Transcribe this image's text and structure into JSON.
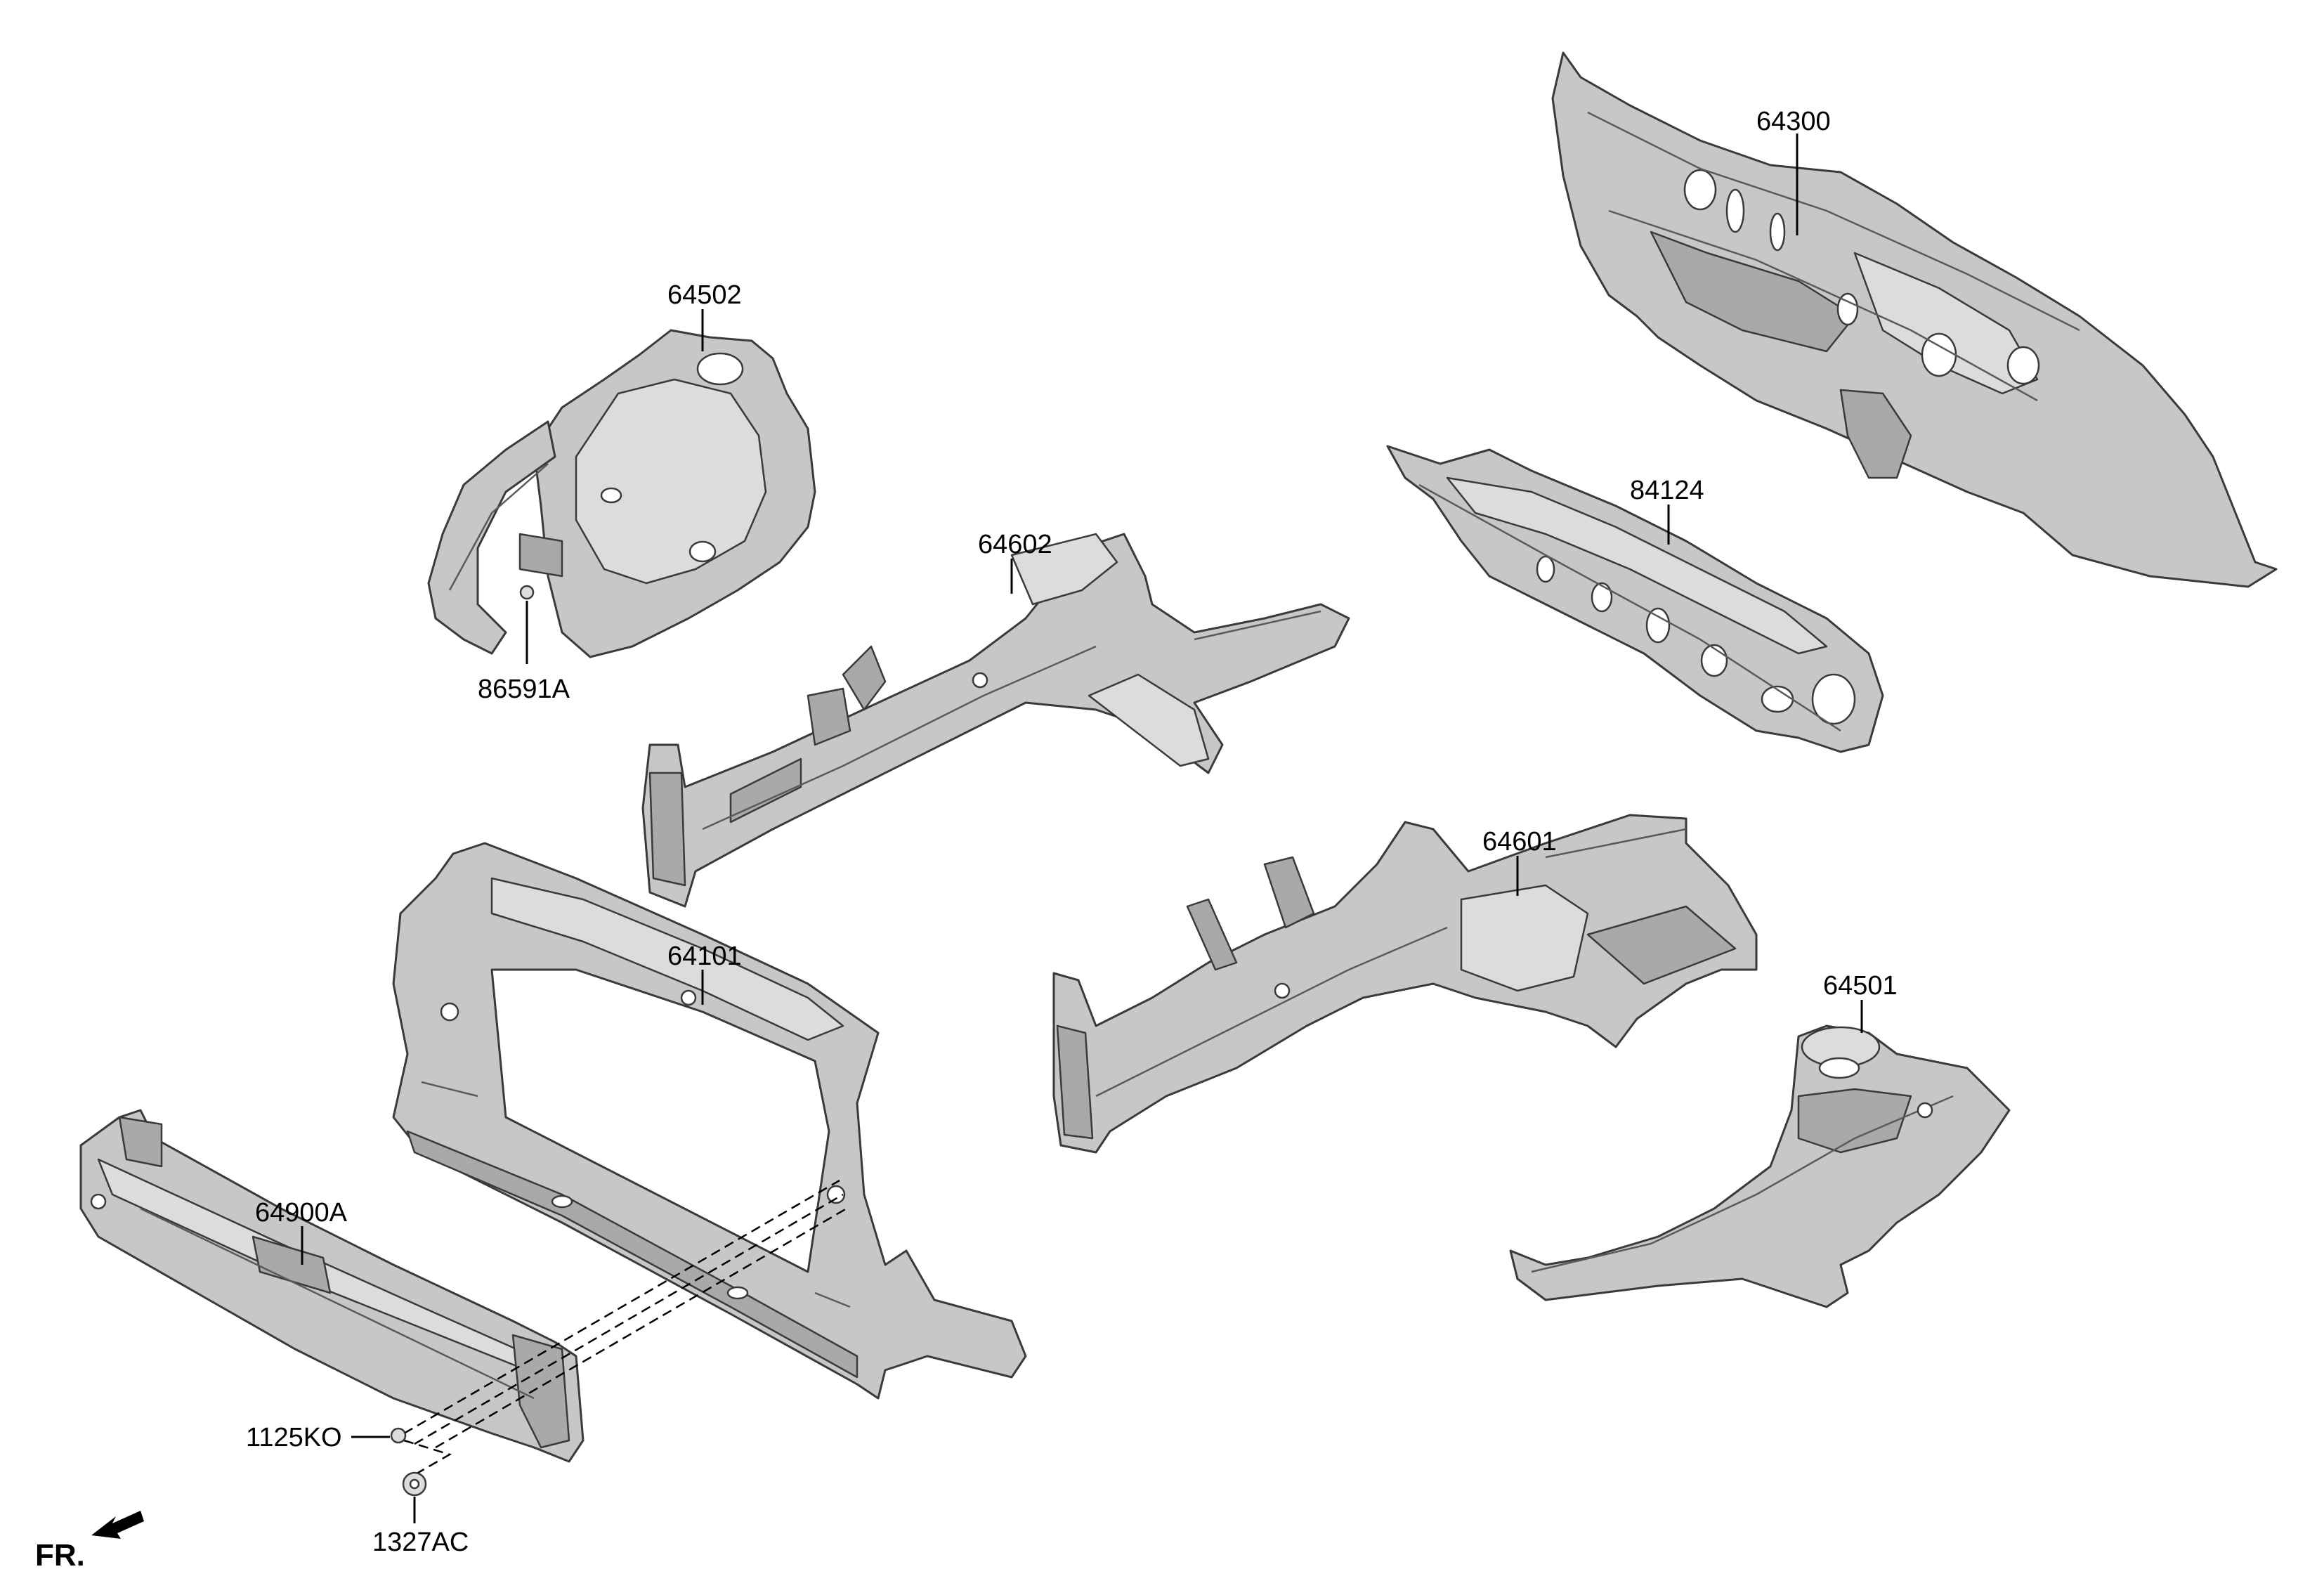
{
  "callouts": {
    "p64300": "64300",
    "p64502": "64502",
    "p86591A": "86591A",
    "p64602": "64602",
    "p84124": "84124",
    "p64601": "64601",
    "p64101": "64101",
    "p64501": "64501",
    "p64900A": "64900A",
    "p1125KO": "1125KO",
    "p1327AC": "1327AC"
  },
  "direction": {
    "label": "FR."
  },
  "colors": {
    "part_fill": "#c7c7c7",
    "part_stroke": "#3a3a3a",
    "label": "#000000"
  }
}
